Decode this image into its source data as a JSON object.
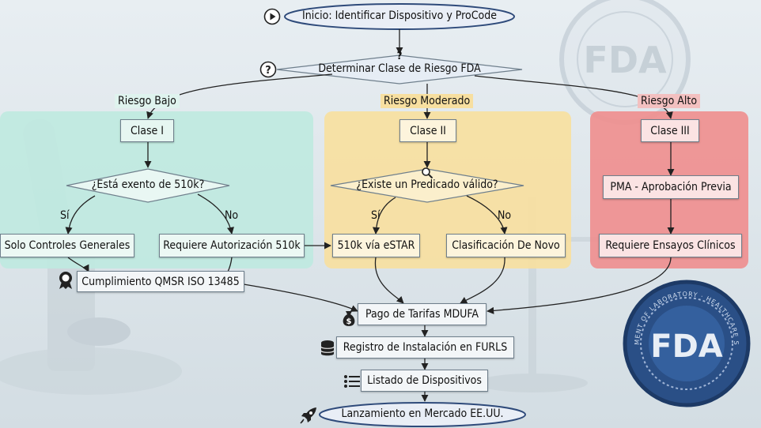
{
  "start": "Inicio: Identificar Dispositivo y ProCode",
  "risk_decision": "Determinar Clase de Riesgo FDA",
  "risk_decision_mark": "?",
  "branches": {
    "low": "Riesgo Bajo",
    "moderate": "Riesgo Moderado",
    "high": "Riesgo Alto"
  },
  "class1": {
    "title": "Clase I",
    "question": "¿Está exento de 510k?",
    "yes": "Sí",
    "no": "No",
    "yes_result": "Solo Controles Generales",
    "no_result": "Requiere Autorización 510k"
  },
  "class2": {
    "title": "Clase II",
    "question": "¿Existe un Predicado válido?",
    "yes": "Sí",
    "no": "No",
    "yes_result": "510k vía eSTAR",
    "no_result": "Clasificación De Novo"
  },
  "class3": {
    "title": "Clase III",
    "step1": "PMA - Aprobación Previa",
    "step2": "Requiere Ensayos Clínicos"
  },
  "compliance": "Cumplimiento QMSR ISO 13485",
  "fees": "Pago de Tarifas MDUFA",
  "registration": "Registro de Instalación en FURLS",
  "listing": "Listado de Dispositivos",
  "launch": "Lanzamiento en Mercado EE.UU.",
  "watermark": "FDA",
  "seal_text": "DEPARTMENT OF LABORATORY · HEALTHCARE SECTION",
  "colors": {
    "class1_panel": "#bfe9df",
    "class2_panel": "#f7dfa0",
    "class3_panel": "#ef8f8f",
    "seal": "#2a4f86",
    "oval_border": "#2e4a7a"
  },
  "icons": [
    "play-icon",
    "question-circle-icon",
    "magnifier-icon",
    "award-icon",
    "money-bag-icon",
    "database-icon",
    "list-icon",
    "rocket-icon"
  ]
}
